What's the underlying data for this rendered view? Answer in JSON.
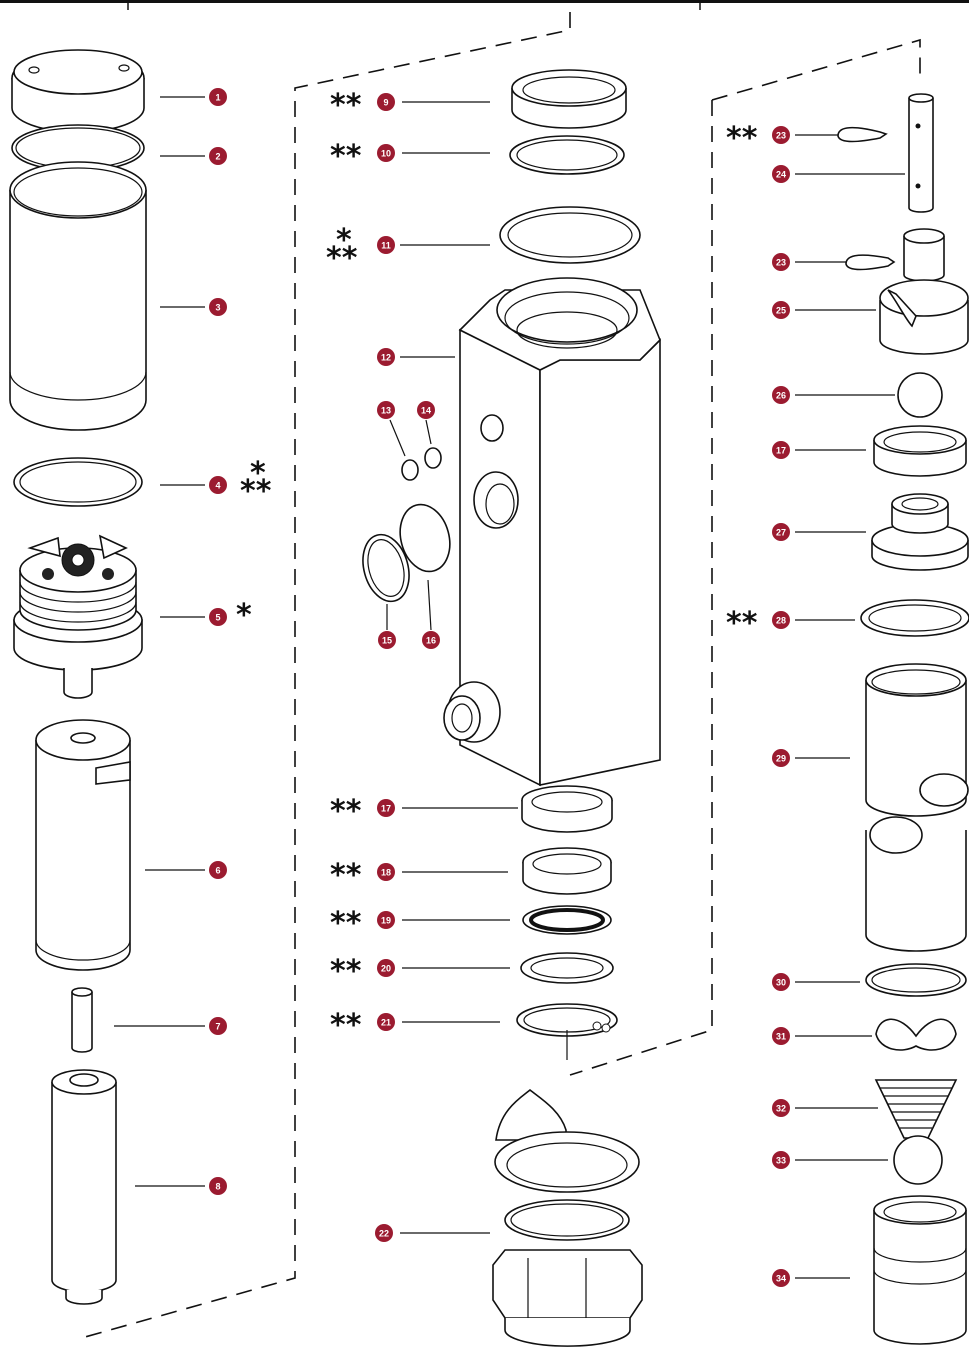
{
  "diagram": {
    "colors": {
      "badge": "#9b1b30",
      "line": "#111111",
      "background": "#ffffff"
    },
    "callouts": [
      {
        "id": "c1",
        "number": "1",
        "marker": ""
      },
      {
        "id": "c2",
        "number": "2",
        "marker": ""
      },
      {
        "id": "c3",
        "number": "3",
        "marker": ""
      },
      {
        "id": "c4",
        "number": "4",
        "marker": "*\n**"
      },
      {
        "id": "c5",
        "number": "5",
        "marker": "*"
      },
      {
        "id": "c6",
        "number": "6",
        "marker": ""
      },
      {
        "id": "c7",
        "number": "7",
        "marker": ""
      },
      {
        "id": "c8",
        "number": "8",
        "marker": ""
      },
      {
        "id": "c9",
        "number": "9",
        "marker": "**"
      },
      {
        "id": "c10",
        "number": "10",
        "marker": "**"
      },
      {
        "id": "c11",
        "number": "11",
        "marker": "*\n**"
      },
      {
        "id": "c12",
        "number": "12",
        "marker": ""
      },
      {
        "id": "c13",
        "number": "13",
        "marker": ""
      },
      {
        "id": "c14",
        "number": "14",
        "marker": ""
      },
      {
        "id": "c15",
        "number": "15",
        "marker": ""
      },
      {
        "id": "c16",
        "number": "16",
        "marker": ""
      },
      {
        "id": "c17a",
        "number": "17",
        "marker": "**"
      },
      {
        "id": "c18",
        "number": "18",
        "marker": "**"
      },
      {
        "id": "c19",
        "number": "19",
        "marker": "**"
      },
      {
        "id": "c20",
        "number": "20",
        "marker": "**"
      },
      {
        "id": "c21",
        "number": "21",
        "marker": "**"
      },
      {
        "id": "c22",
        "number": "22",
        "marker": ""
      },
      {
        "id": "c23a",
        "number": "23",
        "marker": "**"
      },
      {
        "id": "c24",
        "number": "24",
        "marker": ""
      },
      {
        "id": "c23b",
        "number": "23",
        "marker": ""
      },
      {
        "id": "c25",
        "number": "25",
        "marker": ""
      },
      {
        "id": "c26",
        "number": "26",
        "marker": ""
      },
      {
        "id": "c17b",
        "number": "17",
        "marker": ""
      },
      {
        "id": "c27",
        "number": "27",
        "marker": ""
      },
      {
        "id": "c28",
        "number": "28",
        "marker": "**"
      },
      {
        "id": "c29",
        "number": "29",
        "marker": ""
      },
      {
        "id": "c30",
        "number": "30",
        "marker": ""
      },
      {
        "id": "c31",
        "number": "31",
        "marker": ""
      },
      {
        "id": "c32",
        "number": "32",
        "marker": ""
      },
      {
        "id": "c33",
        "number": "33",
        "marker": ""
      },
      {
        "id": "c34",
        "number": "34",
        "marker": ""
      }
    ]
  }
}
